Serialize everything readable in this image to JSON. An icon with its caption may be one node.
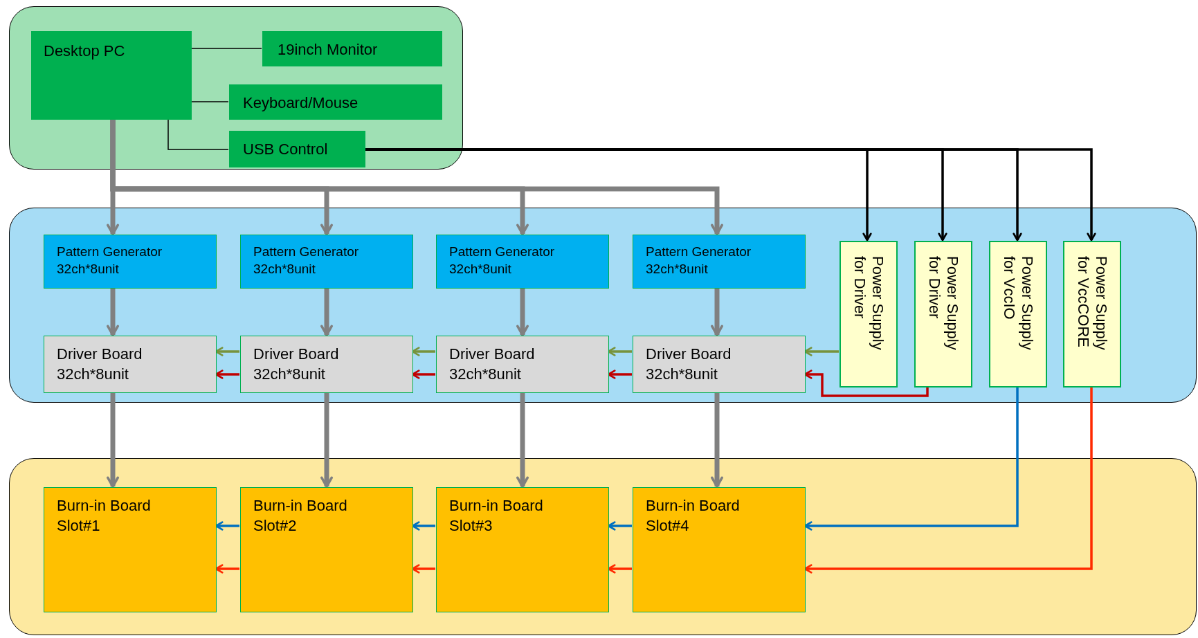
{
  "diagram": {
    "nodes": [
      {
        "text": [],
        "shape": "box"
      },
      {
        "text": [
          "Desktop PC"
        ],
        "in": 0
      },
      {
        "text": [
          "19inch Monitor"
        ],
        "in": 0
      },
      {
        "text": [
          "Keyboard/Mouse"
        ],
        "in": 0
      },
      {
        "text": [
          "USB Control"
        ],
        "in": 0
      },
      {
        "text": [],
        "shape": "box"
      },
      {
        "text": [
          "Pattern Generator 32ch*8unit"
        ],
        "in": 5
      },
      {
        "text": [
          "Pattern Generator 32ch*8unit"
        ],
        "in": 5
      },
      {
        "text": [
          "Pattern Generator 32ch*8unit"
        ],
        "in": 5
      },
      {
        "text": [
          "Pattern Generator 32ch*8unit"
        ],
        "in": 5
      },
      {
        "text": [
          "Driver Board 32ch*8unit"
        ],
        "in": 5
      },
      {
        "text": [
          "Driver Board 32ch*8unit"
        ],
        "in": 5
      },
      {
        "text": [
          "Driver Board 32ch*8unit"
        ],
        "in": 5
      },
      {
        "text": [
          "Driver Board 32ch*8unit"
        ],
        "in": 5
      },
      {
        "text": [
          "Power Supply for Driver"
        ],
        "in": 5
      },
      {
        "text": [
          "Power Supply for Driver"
        ],
        "in": 5
      },
      {
        "text": [
          "Power Supply for VccIO"
        ],
        "in": 5
      },
      {
        "text": [
          "Power Supply for VccCORE"
        ],
        "in": 5
      },
      {
        "text": [],
        "shape": "box"
      },
      {
        "text": [
          "Burn-in Board Slot#1"
        ],
        "in": 18
      },
      {
        "text": [
          "Burn-in Board Slot#2"
        ],
        "in": 18
      },
      {
        "text": [
          "Burn-in Board Slot#3"
        ],
        "in": 18
      },
      {
        "text": [
          "Burn-in Board Slot#4"
        ],
        "in": 18
      }
    ],
    "edges": [
      {
        "from": 1,
        "to": 2,
        "arrow": "none",
        "color": "#000000"
      },
      {
        "from": 1,
        "to": 3,
        "arrow": "none",
        "color": "#000000"
      },
      {
        "from": 1,
        "to": 4,
        "arrow": "none",
        "color": "#000000"
      },
      {
        "from": 1,
        "to": 6,
        "arrow": "to",
        "style": "thick"
      },
      {
        "from": 1,
        "to": 7,
        "arrow": "to",
        "style": "thick"
      },
      {
        "from": 1,
        "to": 8,
        "arrow": "to",
        "style": "thick"
      },
      {
        "from": 1,
        "to": 9,
        "arrow": "to",
        "style": "thick"
      },
      {
        "from": 4,
        "to": 14,
        "arrow": "to",
        "color": "#000000"
      },
      {
        "from": 4,
        "to": 15,
        "arrow": "to",
        "color": "#000000"
      },
      {
        "from": 4,
        "to": 16,
        "arrow": "to",
        "color": "#000000"
      },
      {
        "from": 4,
        "to": 17,
        "arrow": "to",
        "color": "#000000"
      },
      {
        "from": 6,
        "to": 10,
        "arrow": "to",
        "style": "thick"
      },
      {
        "from": 7,
        "to": 11,
        "arrow": "to",
        "style": "thick"
      },
      {
        "from": 8,
        "to": 12,
        "arrow": "to",
        "style": "thick"
      },
      {
        "from": 9,
        "to": 13,
        "arrow": "to",
        "style": "thick"
      },
      {
        "from": 10,
        "to": 19,
        "arrow": "to",
        "style": "thick"
      },
      {
        "from": 11,
        "to": 20,
        "arrow": "to",
        "style": "thick"
      },
      {
        "from": 12,
        "to": 21,
        "arrow": "to",
        "style": "thick"
      },
      {
        "from": 13,
        "to": 22,
        "arrow": "to",
        "style": "thick"
      },
      {
        "from": 14,
        "to": 13,
        "arrow": "to",
        "color": "#77933c"
      },
      {
        "from": 13,
        "to": 12,
        "arrow": "to",
        "color": "#77933c"
      },
      {
        "from": 12,
        "to": 11,
        "arrow": "to",
        "color": "#77933c"
      },
      {
        "from": 11,
        "to": 10,
        "arrow": "to",
        "color": "#77933c"
      },
      {
        "from": 15,
        "to": 13,
        "arrow": "to",
        "color": "#c00000"
      },
      {
        "from": 13,
        "to": 12,
        "arrow": "to",
        "color": "#c00000"
      },
      {
        "from": 12,
        "to": 11,
        "arrow": "to",
        "color": "#c00000"
      },
      {
        "from": 11,
        "to": 10,
        "arrow": "to",
        "color": "#c00000"
      },
      {
        "from": 16,
        "to": 22,
        "arrow": "to",
        "color": "#0070c0"
      },
      {
        "from": 22,
        "to": 21,
        "arrow": "to",
        "color": "#0070c0"
      },
      {
        "from": 21,
        "to": 20,
        "arrow": "to",
        "color": "#0070c0"
      },
      {
        "from": 20,
        "to": 19,
        "arrow": "to",
        "color": "#0070c0"
      },
      {
        "from": 17,
        "to": 22,
        "arrow": "to",
        "color": "#ff2a00"
      },
      {
        "from": 22,
        "to": 21,
        "arrow": "to",
        "color": "#ff2a00"
      },
      {
        "from": 21,
        "to": 20,
        "arrow": "to",
        "color": "#ff2a00"
      },
      {
        "from": 20,
        "to": 19,
        "arrow": "to",
        "color": "#ff2a00"
      }
    ]
  }
}
